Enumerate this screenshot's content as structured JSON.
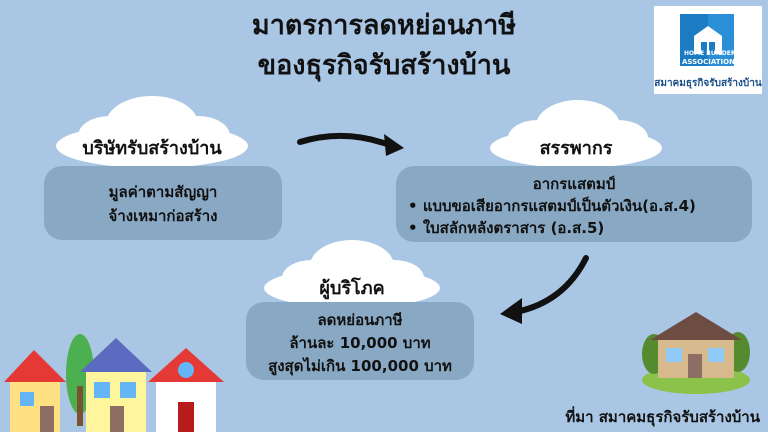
{
  "title": {
    "line1": "มาตรการลดหย่อนภาษี",
    "line2": "ของธุรกิจรับสร้างบ้าน"
  },
  "logo": {
    "top_text": "HOME BUILDER",
    "name": "ASSOCIATION",
    "thai": "สมาคมธุรกิจรับสร้างบ้าน"
  },
  "builder": {
    "heading": "บริษัทรับสร้างบ้าน",
    "line1": "มูลค่าตามสัญญา",
    "line2": "จ้างเหมาก่อสร้าง"
  },
  "revenue": {
    "heading": "สรรพากร",
    "title": "อากรแสตมป์",
    "items": [
      "แบบขอเสียอากรแสตมป์เป็นตัวเงิน(อ.ส.4)",
      "ใบสลักหลังตราสาร (อ.ส.5)"
    ]
  },
  "consumer": {
    "heading": "ผู้บริโภค",
    "line1": "ลดหย่อนภาษี",
    "line2": "ล้านละ 10,000 บาท",
    "line3": "สูงสุดไม่เกิน 100,000 บาท"
  },
  "footer": "ที่มา สมาคมธุรกิจรับสร้างบ้าน",
  "colors": {
    "background": "#a9c6e4",
    "box": "#88a8c4",
    "cloud": "#ffffff"
  }
}
